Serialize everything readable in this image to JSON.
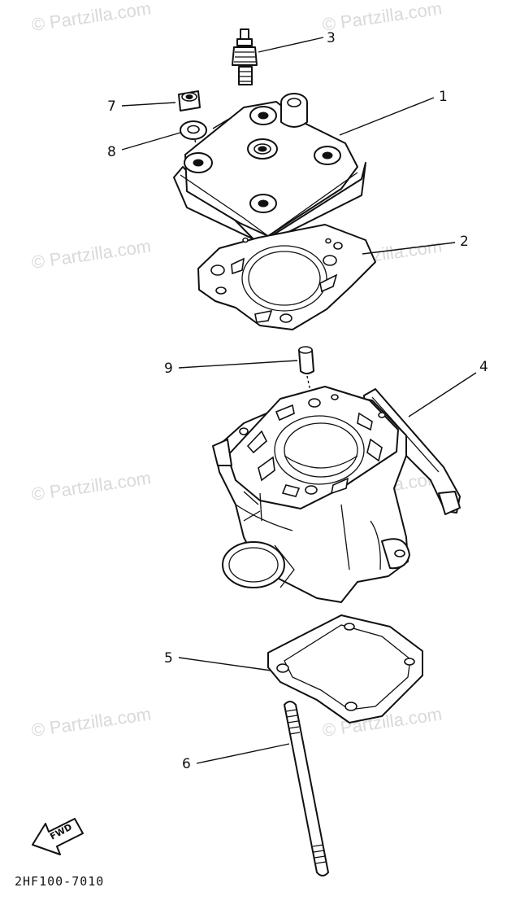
{
  "watermark": {
    "text": "© Partzilla.com"
  },
  "callouts": {
    "c1": "1",
    "c2": "2",
    "c3": "3",
    "c4": "4",
    "c5": "5",
    "c6": "6",
    "c7": "7",
    "c8": "8",
    "c9": "9"
  },
  "fwd_label": "FWD",
  "diagram_code": "2HF100-7010",
  "colors": {
    "ink": "#111111",
    "watermark": "#d9d9d9",
    "background": "#ffffff"
  }
}
